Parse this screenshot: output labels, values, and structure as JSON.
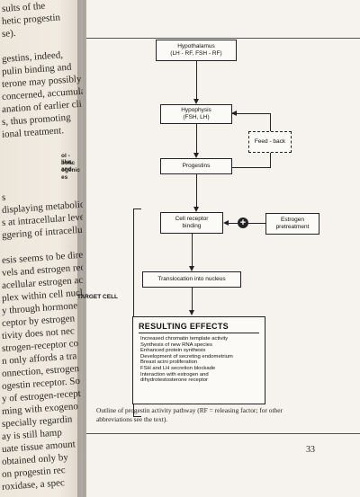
{
  "left_page": {
    "lines": [
      "sults of the",
      "hetic progestin",
      "se).",
      "",
      "gestins, indeed,",
      "pulin binding and",
      "terone may possibly",
      "concerned, accumulat",
      "anation of earlier cli",
      "s, thus promoting",
      "ional treatment.",
      "",
      "",
      "",
      "",
      "s",
      "displaying metabolic",
      "s at intracellular level",
      "ggering of intracellular",
      "",
      "esis seems to be direct",
      "vels and estrogen rece",
      "acellular estrogen ac",
      "plex within cell nucle",
      "y through hormone",
      "ceptor by estrogen",
      "tivity does not nec",
      "strogen-receptor co",
      "n only affords a tra",
      "onnection, estrogen",
      "ogestin receptor. So",
      "y of estrogen-recept",
      "ming with exogeno",
      "specially regardin",
      "ay is still hamp",
      "uate tissue amount",
      "obtained only by",
      "on progestin rec",
      "roxidase, a spec"
    ],
    "sidebar": [
      "ol - like,",
      "bolic and",
      "ogenic",
      "es"
    ]
  },
  "diagram": {
    "hypothalamus": [
      "Hypothalamus",
      "(LH - RF, FSH - RF)"
    ],
    "hypophysis": [
      "Hypophysis",
      "(FSH, LH)"
    ],
    "feedback": "Feed - back",
    "progestins": "Progestins",
    "receptor": [
      "Cell receptor",
      "binding"
    ],
    "estrogen": [
      "Estrogen",
      "pretreatment"
    ],
    "plus": "+",
    "translocation": "Translocation into nucleus",
    "target_cell": "TARGET CELL",
    "results_title": "RESULTING EFFECTS",
    "results_items": [
      "Increased chromatin template activity",
      "Synthesis of new RNA species",
      "Enhanced protein synthesis",
      "Development of secreting endometrium",
      "Breast acini proliferation",
      "FSH and LH secretion blockade",
      "Interaction  with estrogen and",
      "dihydrotestosterone receptor"
    ]
  },
  "caption": "Outline of progestin activity pathway (RF = releasing factor; for other abbreviations see the text).",
  "page_number": "33"
}
